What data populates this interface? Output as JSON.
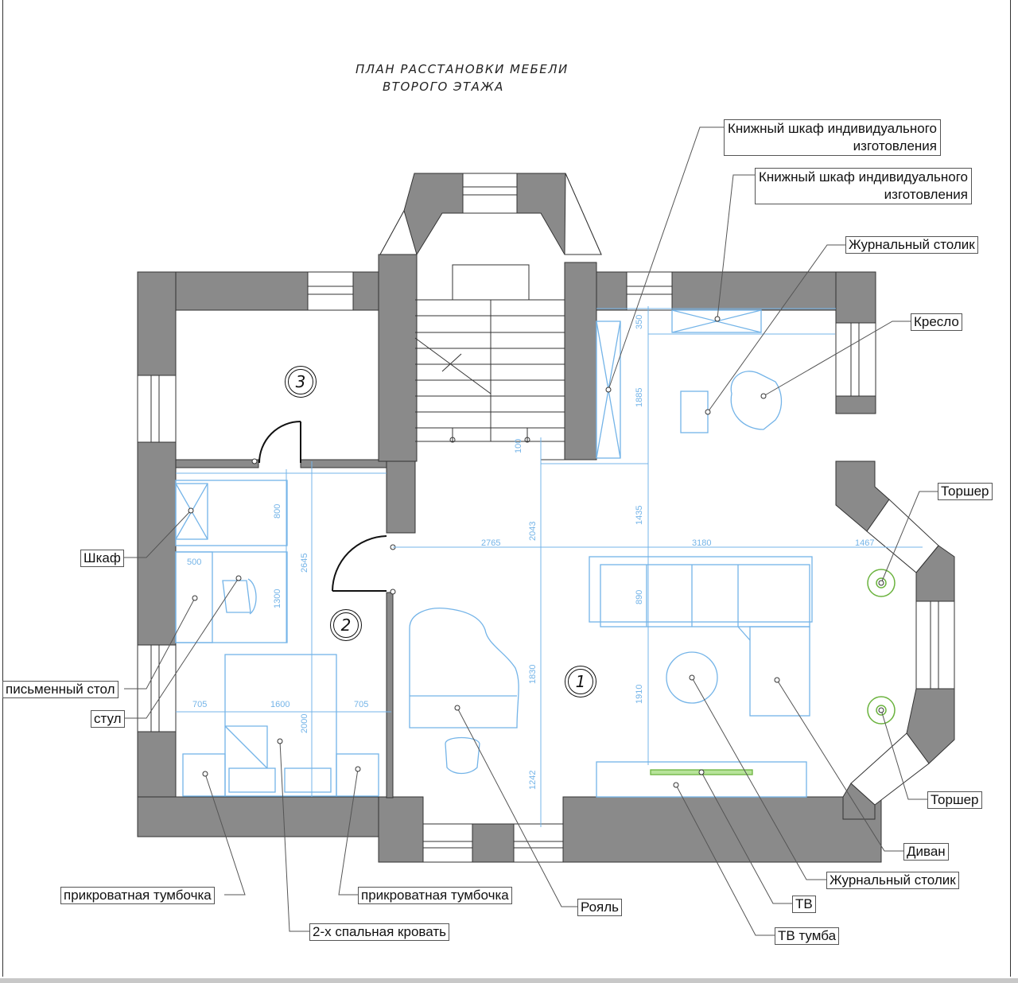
{
  "title": {
    "line1": "ПЛАН РАССТАНОВКИ МЕБЕЛИ",
    "line2": "ВТОРОГО ЭТАЖА"
  },
  "rooms": {
    "r1": "1",
    "r2": "2",
    "r3": "3"
  },
  "labels": {
    "bookcase1_l1": "Книжный шкаф индивидуального",
    "bookcase1_l2": "изготовления",
    "bookcase2_l1": "Книжный шкаф индивидуального",
    "bookcase2_l2": "изготовления",
    "coffee_table_top": "Журнальный столик",
    "armchair": "Кресло",
    "floor_lamp_top": "Торшер",
    "floor_lamp_bottom": "Торшер",
    "wardrobe": "Шкаф",
    "desk": "письменный стол",
    "chair": "стул",
    "nightstand_left": "прикроватная тумбочка",
    "nightstand_right": "прикроватная тумбочка",
    "double_bed": "2-х спальная кровать",
    "piano": "Рояль",
    "sofa": "Диван",
    "coffee_table_bottom": "Журнальный столик",
    "tv": "ТВ",
    "tv_stand": "ТВ тумба"
  },
  "dimensions": {
    "d350": "350",
    "d1885": "1885",
    "d100": "100",
    "d1435": "1435",
    "d2765": "2765",
    "d2043": "2043",
    "d3180": "3180",
    "d1467": "1467",
    "d890": "890",
    "d1830": "1830",
    "d1910": "1910",
    "d1242": "1242",
    "d800": "800",
    "d500": "500",
    "d1300": "1300",
    "d2645": "2645",
    "d705a": "705",
    "d1600": "1600",
    "d705b": "705",
    "d2000": "2000"
  },
  "colors": {
    "wall": "#8a8a8a",
    "furniture": "#74b4e8",
    "lamp": "#7bc24a",
    "line": "#222222"
  }
}
